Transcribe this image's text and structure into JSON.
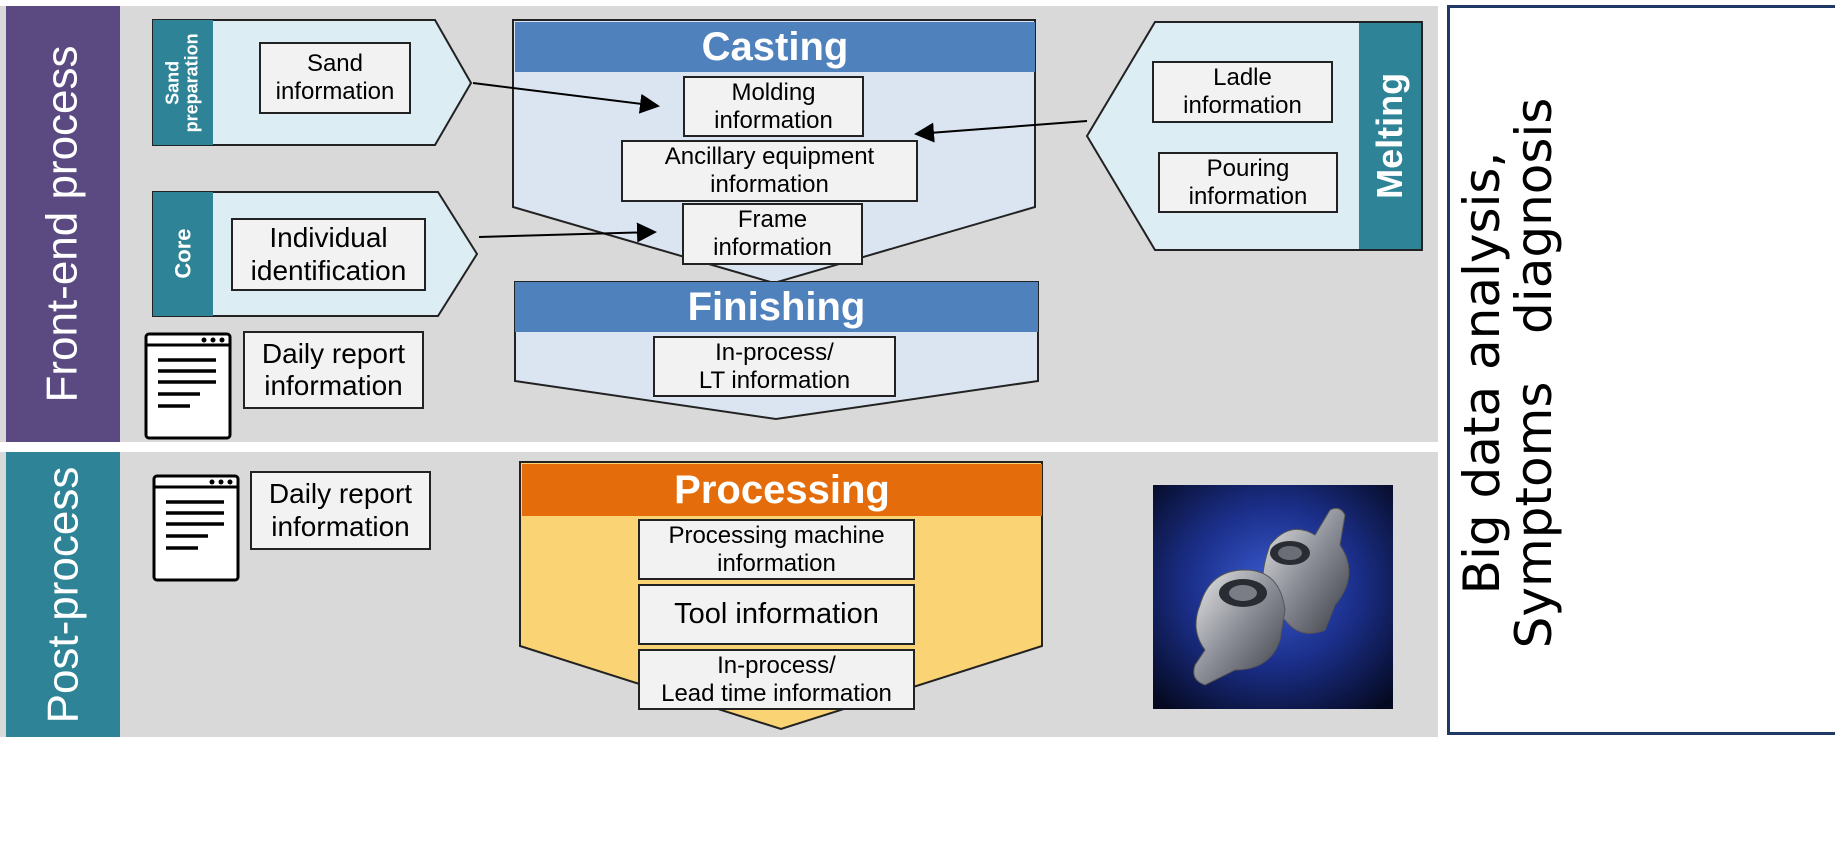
{
  "sections": {
    "front_end_label": "Front-end process",
    "post_label": "Post-process"
  },
  "right_panel": {
    "line1": "Big data analysis,",
    "line2": "Symptoms   diagnosis"
  },
  "sand": {
    "tag": "Sand\npreparation",
    "box": "Sand\ninformation"
  },
  "core": {
    "tag": "Core",
    "box": "Individual\nidentification"
  },
  "daily_front": "Daily report\ninformation",
  "casting": {
    "title": "Casting",
    "molding": "Molding\ninformation",
    "ancillary": "Ancillary equipment\ninformation",
    "frame": "Frame\ninformation"
  },
  "finishing": {
    "title": "Finishing",
    "inprocess": "In-process/\nLT information"
  },
  "melting": {
    "tag": "Melting",
    "ladle": "Ladle\ninformation",
    "pouring": "Pouring\ninformation"
  },
  "daily_post": "Daily report\ninformation",
  "processing": {
    "title": "Processing",
    "machine": "Processing machine\ninformation",
    "tool": "Tool information",
    "leadtime": "In-process/\nLead time information"
  },
  "icons": {
    "document": "document-icon",
    "photo": "cast-parts-photo"
  },
  "colors": {
    "purple": "#5b4a82",
    "teal": "#2e8496",
    "blue": "#4f81bd",
    "orange": "#e46c0a",
    "yellow": "#f9d374",
    "light_blue": "#dbe5f1",
    "pale_teal": "#dcedf3",
    "navy": "#1f3864"
  }
}
